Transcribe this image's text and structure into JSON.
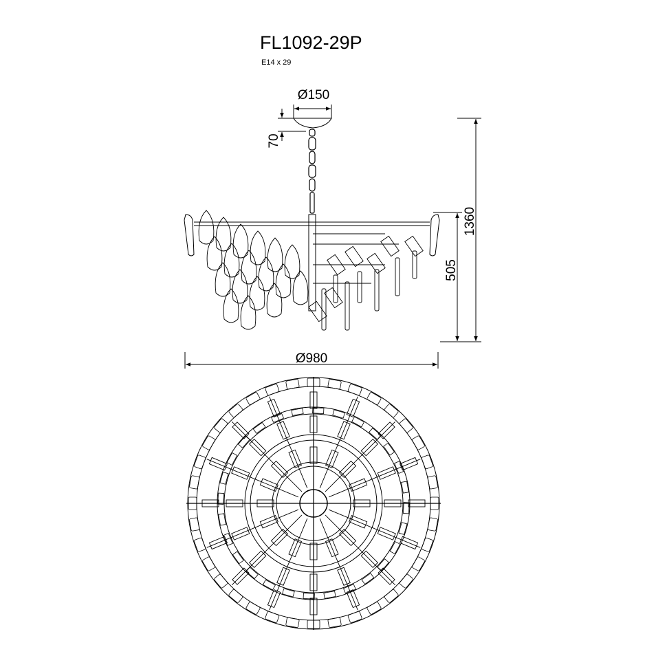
{
  "header": {
    "model": "FL1092-29P",
    "lamps": "E14 x 29"
  },
  "dimensions": {
    "canopy_diameter": "Ø150",
    "canopy_height": "70",
    "total_height": "1360",
    "body_height": "505",
    "body_diameter": "Ø980"
  },
  "colors": {
    "line": "#000000",
    "background": "#ffffff"
  }
}
